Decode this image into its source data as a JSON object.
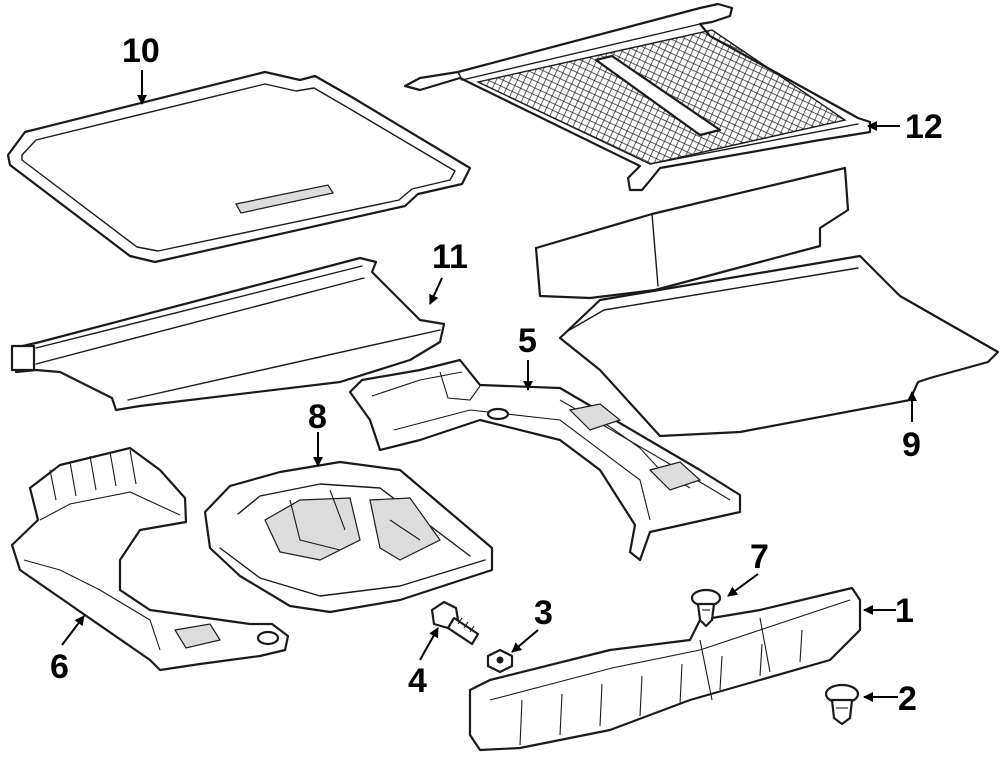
{
  "diagram": {
    "type": "exploded-parts-diagram",
    "callouts": [
      {
        "id": "p1",
        "number": "1"
      },
      {
        "id": "p2",
        "number": "2"
      },
      {
        "id": "p3",
        "number": "3"
      },
      {
        "id": "p4",
        "number": "4"
      },
      {
        "id": "p5",
        "number": "5"
      },
      {
        "id": "p6",
        "number": "6"
      },
      {
        "id": "p7",
        "number": "7"
      },
      {
        "id": "p8",
        "number": "8"
      },
      {
        "id": "p9",
        "number": "9"
      },
      {
        "id": "p10",
        "number": "10"
      },
      {
        "id": "p11",
        "number": "11"
      },
      {
        "id": "p12",
        "number": "12"
      }
    ]
  }
}
